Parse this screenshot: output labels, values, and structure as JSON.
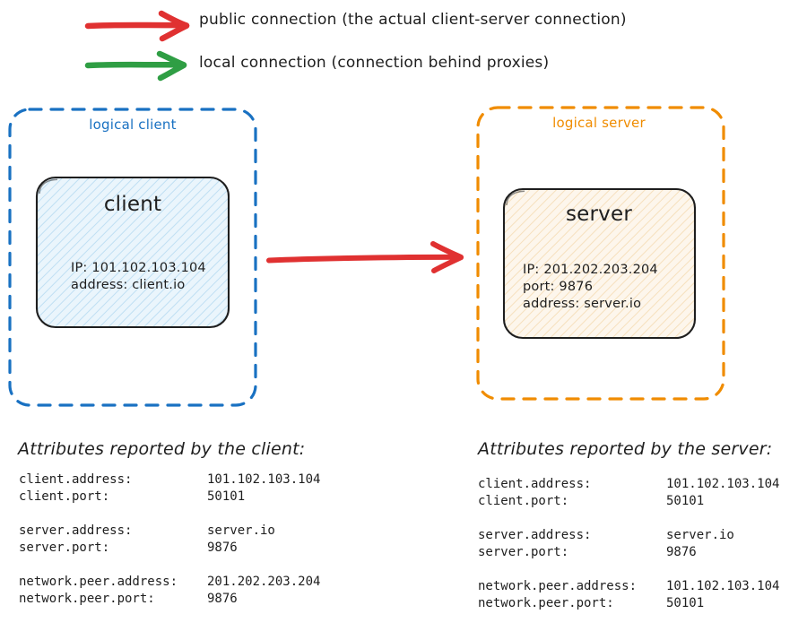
{
  "legend": {
    "items": [
      {
        "arrow_color": "#e03131",
        "icon": "arrow-right-icon",
        "label": "public connection (the actual client-server connection)"
      },
      {
        "arrow_color": "#2f9e44",
        "icon": "arrow-right-icon",
        "label": "local connection (connection behind proxies)"
      }
    ]
  },
  "diagram": {
    "connection_arrow": {
      "color": "#e03131",
      "type": "public"
    },
    "client_zone": {
      "title": "logical client",
      "border_color": "#1971c2",
      "node": {
        "title": "client",
        "fill_color": "#d0e8f8",
        "properties": "IP: 101.102.103.104\naddress: client.io"
      }
    },
    "server_zone": {
      "title": "logical server",
      "border_color": "#f08c00",
      "node": {
        "title": "server",
        "fill_color": "#fbf0e0",
        "properties": "IP: 201.202.203.204\nport: 9876\naddress: server.io"
      }
    }
  },
  "client_attributes": {
    "heading": "Attributes reported by the client:",
    "rows": [
      {
        "key": "client.address:",
        "value": "101.102.103.104"
      },
      {
        "key": "client.port:",
        "value": "50101"
      },
      {
        "key": "",
        "value": ""
      },
      {
        "key": "server.address:",
        "value": "server.io"
      },
      {
        "key": "server.port:",
        "value": "9876"
      },
      {
        "key": "",
        "value": ""
      },
      {
        "key": "network.peer.address:",
        "value": "201.202.203.204"
      },
      {
        "key": "network.peer.port:",
        "value": "9876"
      }
    ]
  },
  "server_attributes": {
    "heading": "Attributes reported by the server:",
    "rows": [
      {
        "key": "client.address:",
        "value": "101.102.103.104"
      },
      {
        "key": "client.port:",
        "value": "50101"
      },
      {
        "key": "",
        "value": ""
      },
      {
        "key": "server.address:",
        "value": "server.io"
      },
      {
        "key": "server.port:",
        "value": "9876"
      },
      {
        "key": "",
        "value": ""
      },
      {
        "key": "network.peer.address:",
        "value": "101.102.103.104"
      },
      {
        "key": "network.peer.port:",
        "value": "50101"
      }
    ]
  }
}
